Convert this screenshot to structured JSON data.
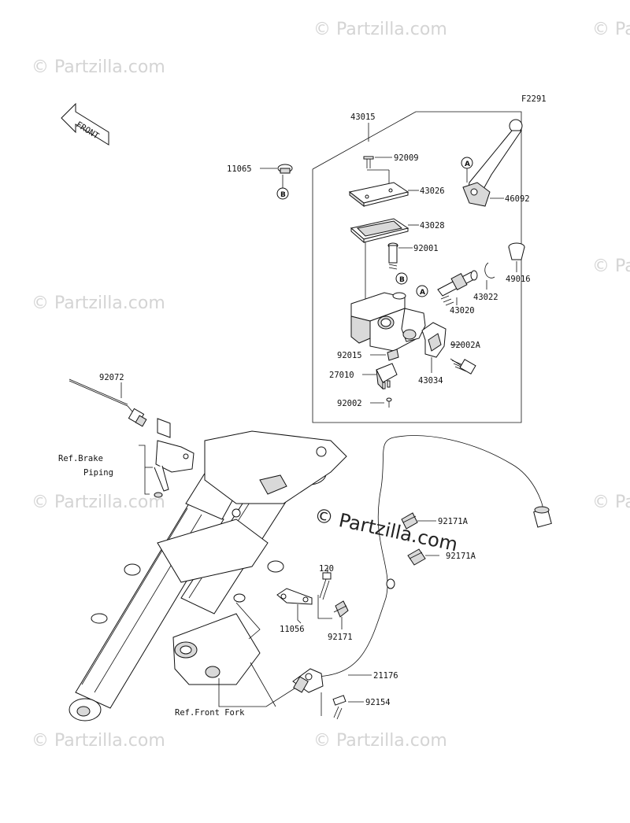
{
  "diagram_code": "F2291",
  "front_label": "FRONT",
  "watermarks": [
    "© Partzilla.com",
    "© Partzilla.com",
    "© Partzilla.com",
    "© Partzilla.com",
    "© Partzilla.com",
    "© Partzilla.com",
    "© Partzilla.com",
    "© Partzilla.com",
    "© Partzilla.com"
  ],
  "center_watermark": "© Partzilla.com",
  "callouts": {
    "a": "A",
    "b": "B"
  },
  "parts": {
    "p43015": "43015",
    "p92009": "92009",
    "p43026": "43026",
    "p46092": "46092",
    "p43028": "43028",
    "p11065": "11065",
    "p92001": "92001",
    "p49016": "49016",
    "p43022": "43022",
    "p43020": "43020",
    "p92002A": "92002A",
    "p92015": "92015",
    "p27010": "27010",
    "p43034": "43034",
    "p92002": "92002",
    "p92072": "92072",
    "p92171A_1": "92171A",
    "p92171A_2": "92171A",
    "p120": "120",
    "p11056": "11056",
    "p92171": "92171",
    "p21176": "21176",
    "p92154": "92154"
  },
  "refs": {
    "brake_line1": "Ref.Brake",
    "brake_line2": "Piping",
    "front_fork": "Ref.Front Fork"
  }
}
